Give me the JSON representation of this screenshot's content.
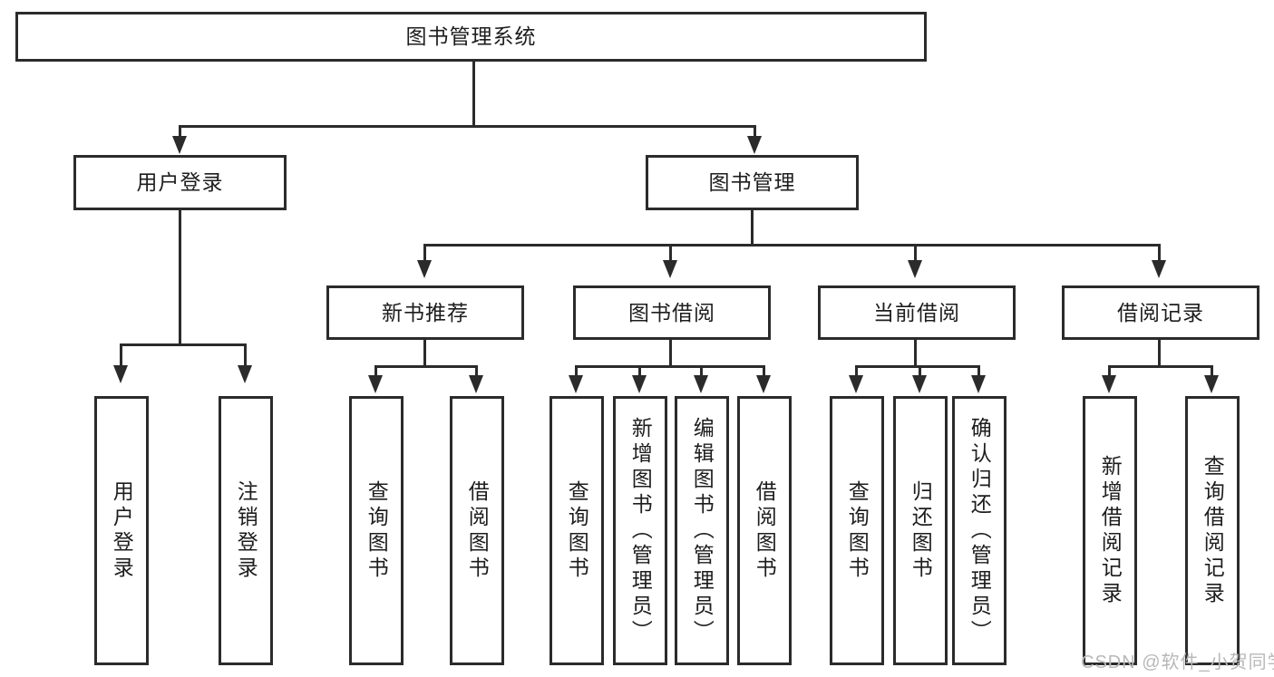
{
  "diagram": {
    "title": "图书管理系统",
    "type": "功能结构图",
    "root": {
      "label": "图书管理系统"
    },
    "level2": [
      {
        "label": "用户登录"
      },
      {
        "label": "图书管理"
      }
    ],
    "level3": [
      {
        "label": "新书推荐"
      },
      {
        "label": "图书借阅"
      },
      {
        "label": "当前借阅"
      },
      {
        "label": "借阅记录"
      }
    ],
    "leaves": {
      "user_login": [
        {
          "label": "用户登录"
        },
        {
          "label": "注销登录"
        }
      ],
      "new_book_recommend": [
        {
          "label": "查询图书"
        },
        {
          "label": "借阅图书"
        }
      ],
      "book_borrow": [
        {
          "label": "查询图书"
        },
        {
          "label": "新增图书（管理员）"
        },
        {
          "label": "编辑图书（管理员）"
        },
        {
          "label": "借阅图书"
        }
      ],
      "current_borrow": [
        {
          "label": "查询图书"
        },
        {
          "label": "归还图书"
        },
        {
          "label": "确认归还（管理员）"
        }
      ],
      "borrow_record": [
        {
          "label": "新增借阅记录"
        },
        {
          "label": "查询借阅记录"
        }
      ]
    },
    "watermark": "CSDN @软件_小贺同学",
    "colors": {
      "stroke": "#2b2b2b",
      "fill": "#ffffff",
      "text": "#1d1d1d",
      "watermark": "#b8b8b8"
    }
  }
}
